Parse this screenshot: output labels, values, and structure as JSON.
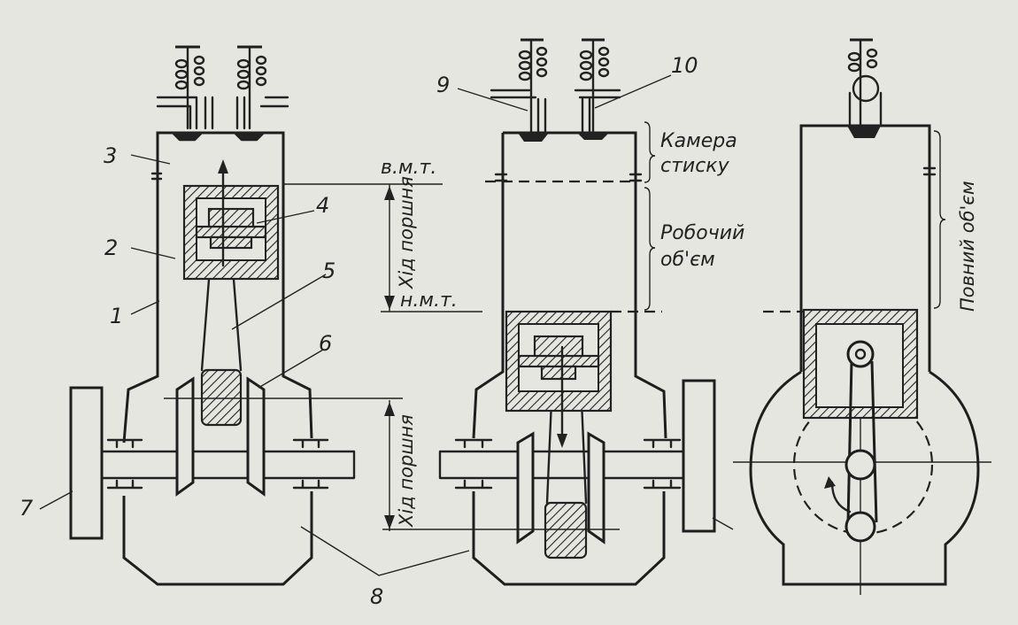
{
  "part_numbers": {
    "n1": "1",
    "n2": "2",
    "n3": "3",
    "n4": "4",
    "n5": "5",
    "n6": "6",
    "n7": "7",
    "n8": "8",
    "n9": "9",
    "n10": "10"
  },
  "labels": {
    "tdc": "в.м.т.",
    "bdc": "н.м.т.",
    "piston_stroke_1": "Хід поршня",
    "piston_stroke_2": "Хід поршня",
    "compression_chamber_line1": "Камера",
    "compression_chamber_line2": "стиску",
    "working_volume_line1": "Робочий",
    "working_volume_line2": "об'єм",
    "total_volume": "Повний об'єм"
  },
  "colors": {
    "ink": "#222222",
    "paper": "#e6e6e1"
  }
}
